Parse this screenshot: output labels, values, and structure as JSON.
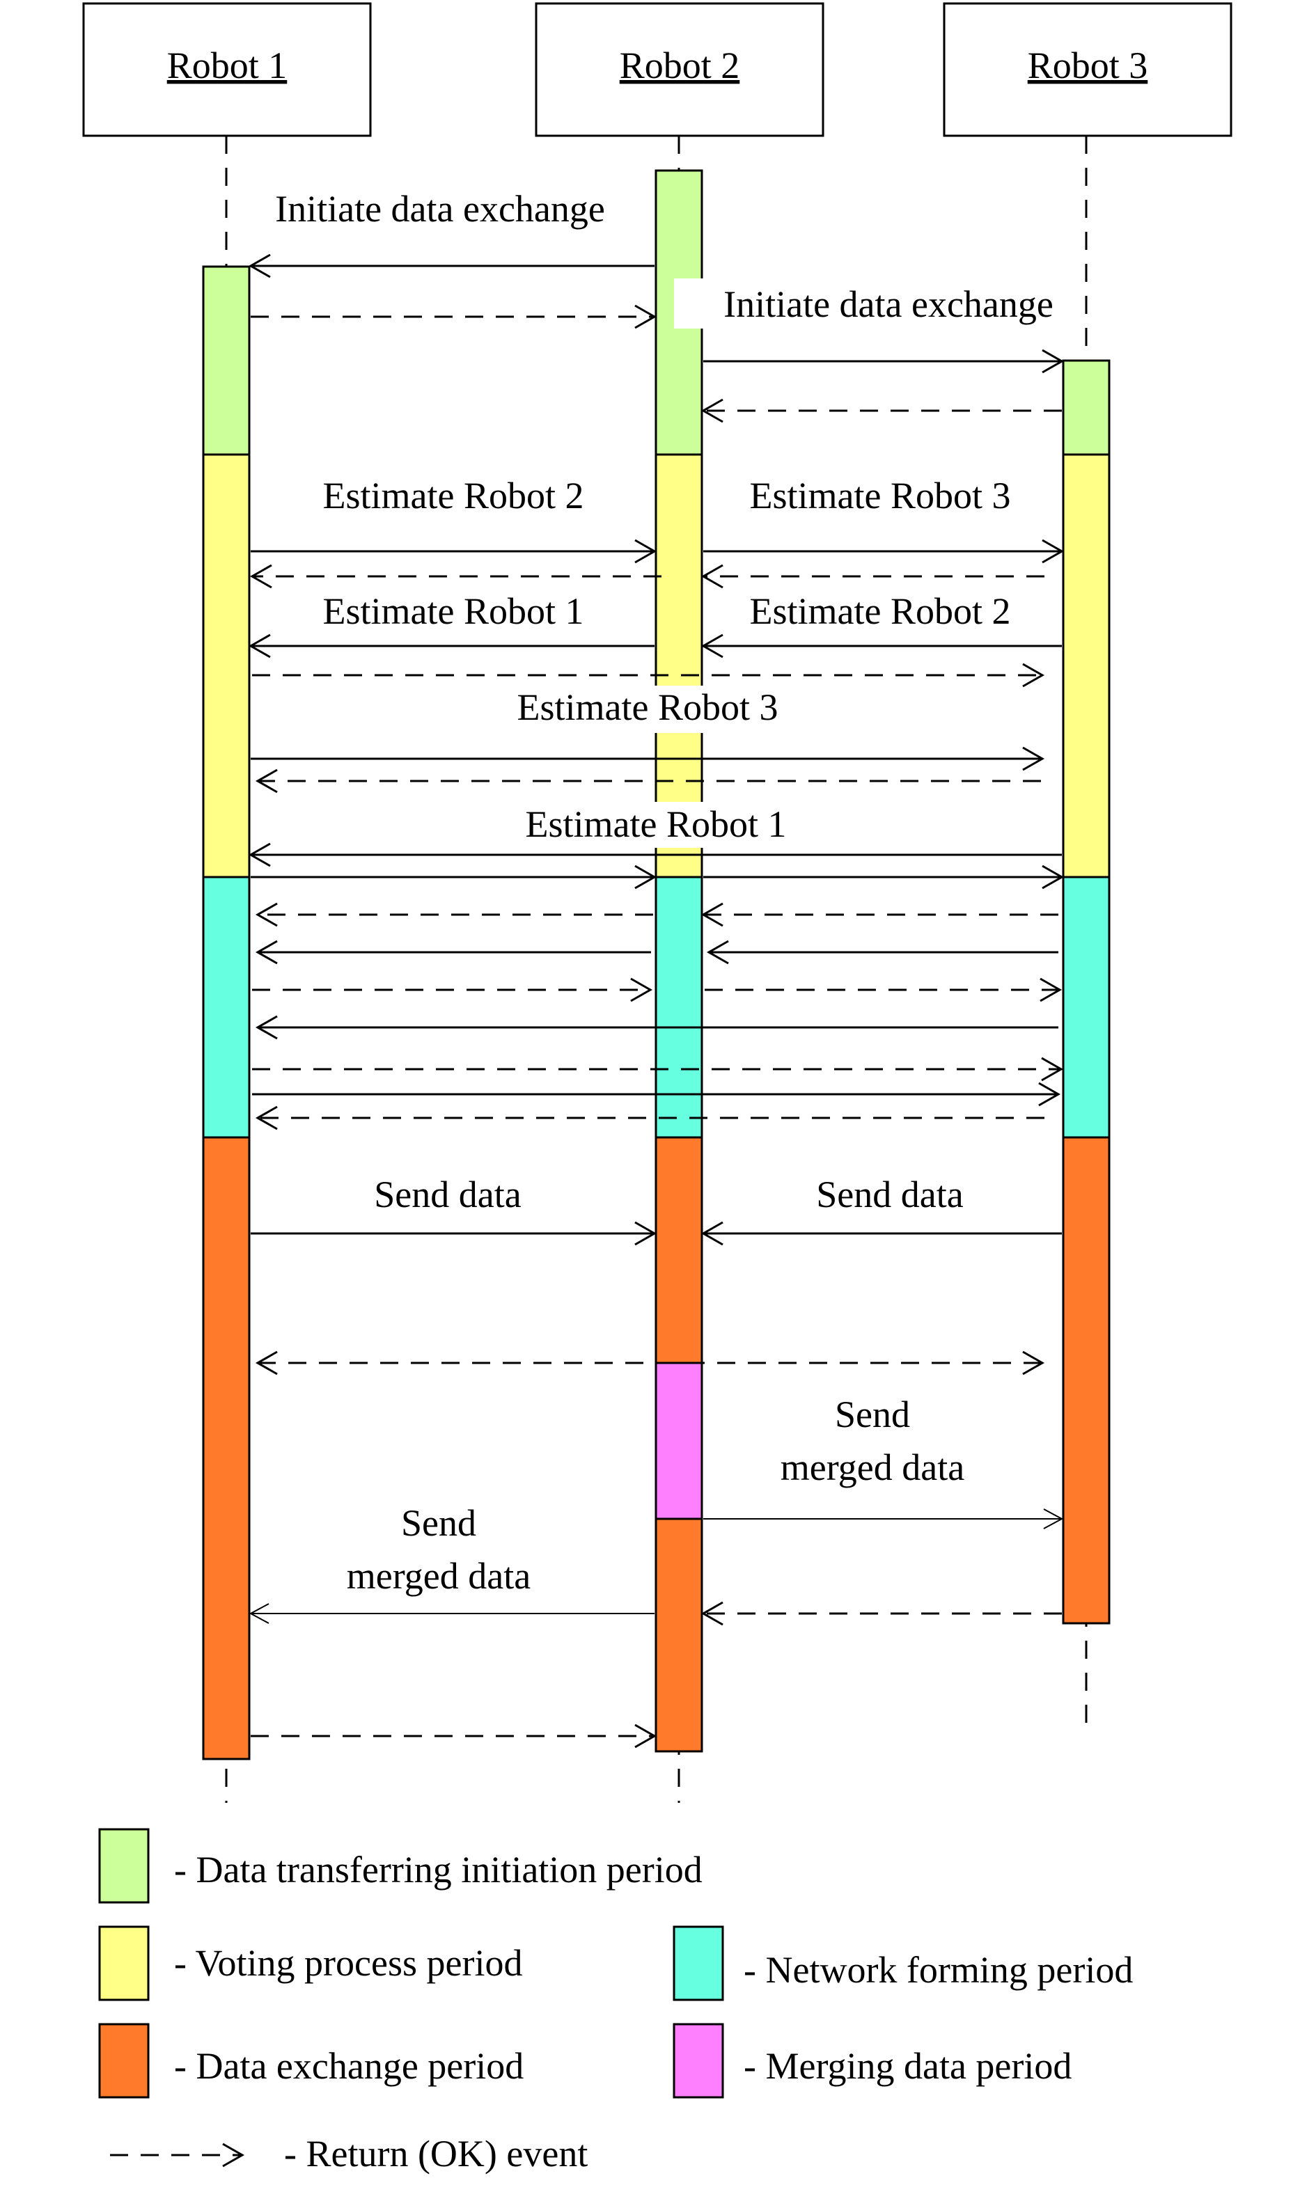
{
  "robots": [
    "Robot 1",
    "Robot 2",
    "Robot 3"
  ],
  "colors": {
    "initiation": "#ccff99",
    "voting": "#ffff88",
    "network": "#66ffe0",
    "exchange": "#ff7a2a",
    "merging": "#ff80ff"
  },
  "messages": {
    "initiate_1": "Initiate data exchange",
    "initiate_2": "Initiate data exchange",
    "estimate_r2_a": "Estimate Robot 2",
    "estimate_r3_a": "Estimate Robot 3",
    "estimate_r1_a": "Estimate Robot 1",
    "estimate_r2_b": "Estimate Robot 2",
    "estimate_r3_b": "Estimate Robot 3",
    "estimate_r1_b": "Estimate Robot 1",
    "send_data_1": "Send data",
    "send_data_2": "Send data",
    "send_merged_23": [
      "Send",
      "merged data"
    ],
    "send_merged_21": [
      "Send",
      "merged data"
    ]
  },
  "legend": {
    "initiation": "- Data transferring initiation period",
    "voting": "- Voting process period",
    "network": "- Network forming period",
    "exchange": "- Data exchange period",
    "merging": "- Merging data period",
    "return": "- Return (OK) event"
  }
}
